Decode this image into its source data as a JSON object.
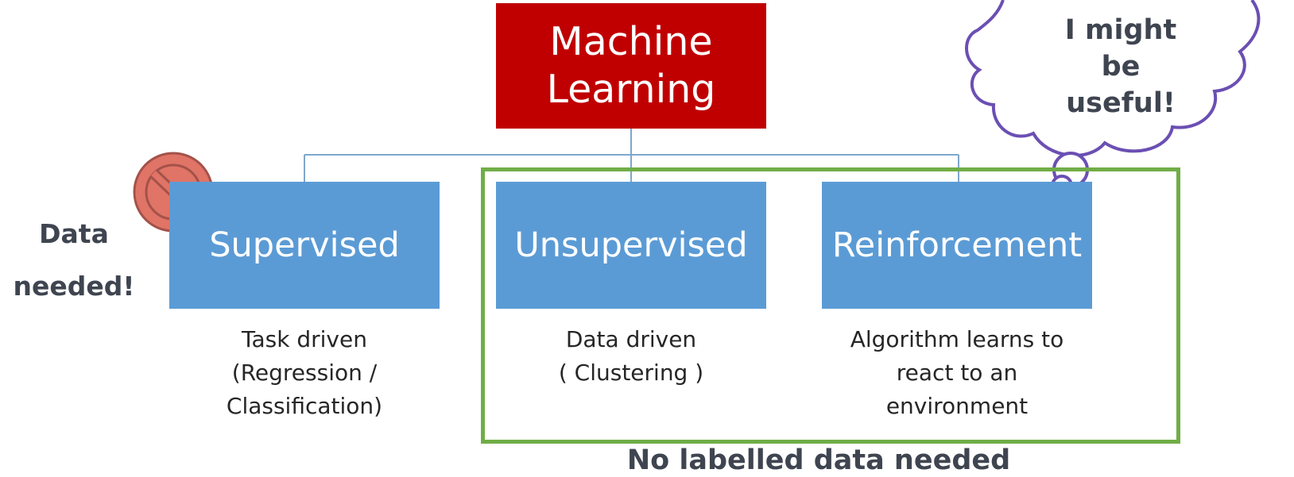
{
  "root": {
    "label": "Machine\nLearning",
    "color": "#c00000"
  },
  "children": [
    {
      "label": "Supervised",
      "desc": "Task driven\n(Regression /\nClassification)"
    },
    {
      "label": "Unsupervised",
      "desc": "Data driven\n( Clustering )"
    },
    {
      "label": "Reinforcement",
      "desc": "Algorithm learns to\nreact to an\nenvironment"
    }
  ],
  "annotations": {
    "data_needed": "Data\nneeded!",
    "no_labelled": "No labelled data needed",
    "thought": "I might\nbe\nuseful!"
  },
  "icons": {
    "prohibit": "prohibited-icon",
    "thought": "thought-bubble-icon"
  },
  "colors": {
    "child_box": "#5b9bd5",
    "connector": "#7fa7cc",
    "frame": "#70ad47",
    "prohibit_fill": "#e07466",
    "thought_stroke": "#6b4fb3",
    "label_text": "#3f4550"
  }
}
